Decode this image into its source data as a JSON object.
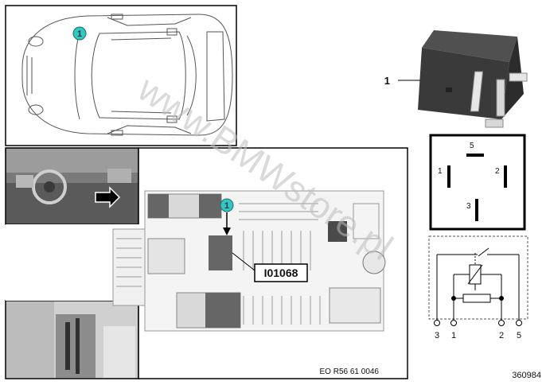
{
  "callouts": {
    "location_marker": "1",
    "item_label": "1"
  },
  "fuse_box": {
    "part_ref": "I01068"
  },
  "relay_pins": {
    "top": "5",
    "left": "1",
    "right": "2",
    "bottom": "3"
  },
  "circuit_pins": [
    "3",
    "1",
    "2",
    "5"
  ],
  "captions": {
    "drawing_ref": "EO R56 61 0046",
    "image_number": "360984"
  },
  "watermark": "www.BMWstore.pl",
  "colors": {
    "callout_fill": "#35c6c0",
    "relay_body": "#3a3a3a",
    "block_dark": "#666666",
    "block_light": "#d9d9d9"
  }
}
